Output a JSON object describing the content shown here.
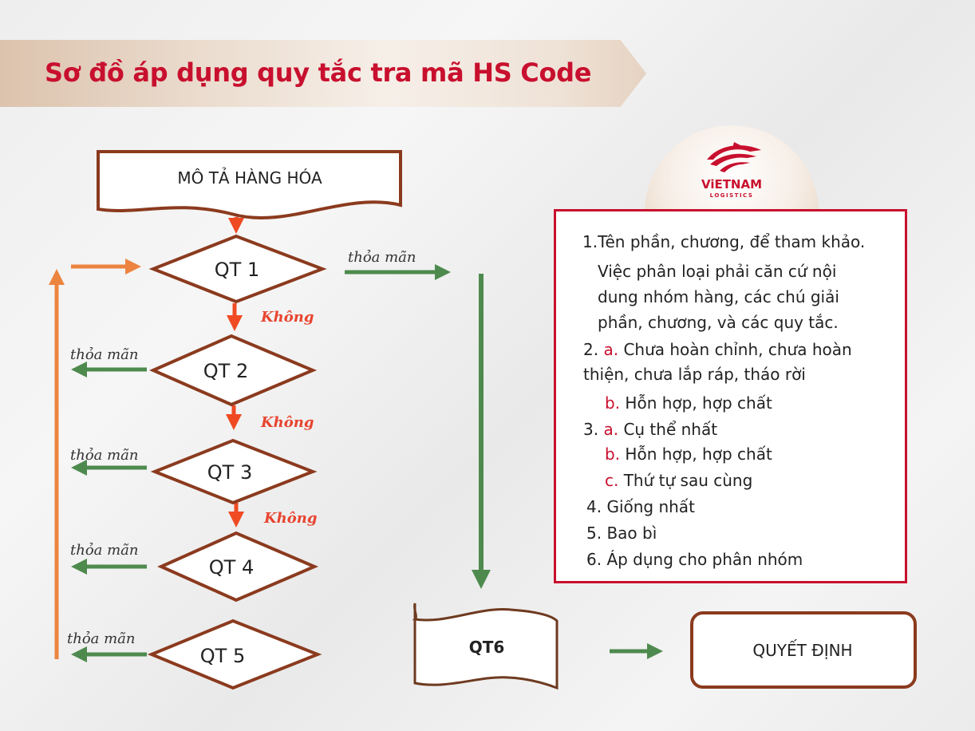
{
  "header": {
    "title": "Sơ đồ áp dụng quy tắc tra mã HS Code"
  },
  "logo": {
    "name": "ViETNAM",
    "tagline": "LOGISTICS"
  },
  "flow": {
    "start": "MÔ TẢ HÀNG HÓA",
    "qt1": "QT 1",
    "qt2": "QT 2",
    "qt3": "QT 3",
    "qt4": "QT 4",
    "qt5": "QT 5",
    "qt6": "QT6",
    "decision": "QUYẾT ĐỊNH",
    "satisfied": "thỏa mãn",
    "no": "Không"
  },
  "rules": {
    "r1_head": "1.Tên phần, chương, để tham khảo.",
    "r1_l1": "Việc phân loại phải căn cứ nội",
    "r1_l2": "dung nhóm hàng, các chú giải",
    "r1_l3": "phần, chương, và các quy tắc.",
    "r2_num": "2.",
    "r2_a_mark": "a.",
    "r2_a_l1": "Chưa hoàn chỉnh, chưa hoàn",
    "r2_a_l2": "thiện, chưa lắp ráp, tháo rời",
    "r2_b_mark": "b.",
    "r2_b": "Hỗn hợp, hợp chất",
    "r3_num": "3.",
    "r3_a_mark": "a.",
    "r3_a": "Cụ thể nhất",
    "r3_b_mark": "b.",
    "r3_b": "Hỗn hợp, hợp chất",
    "r3_c_mark": "c.",
    "r3_c": "Thứ tự sau cùng",
    "r4": "4. Giống nhất",
    "r5": "5. Bao bì",
    "r6": "6. Áp dụng cho phân nhóm"
  },
  "colors": {
    "title_red": "#c8102e",
    "shape_stroke": "#8b3a1e",
    "down_arrow": "#f04a23",
    "satisfied_arrow": "#4e8a4e",
    "loop_arrow": "#ec8440"
  }
}
